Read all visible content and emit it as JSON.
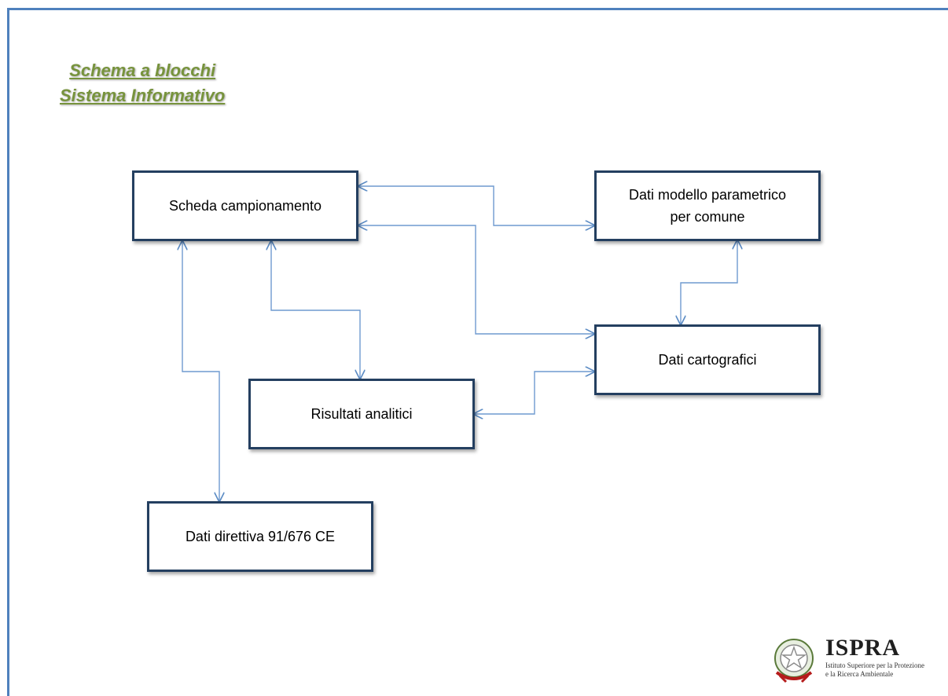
{
  "title": {
    "line1": "Schema a blocchi",
    "line2": "Sistema Informativo"
  },
  "boxes": {
    "scheda": "Scheda campionamento",
    "modello_line1": "Dati modello parametrico",
    "modello_line2": "per comune",
    "cartografici": "Dati cartografici",
    "risultati": "Risultati analitici",
    "direttiva": "Dati direttiva 91/676 CE"
  },
  "logo": {
    "name": "ISPRA",
    "subtitle_line1": "Istituto Superiore per la Protezione",
    "subtitle_line2": "e la Ricerca Ambientale"
  },
  "colors": {
    "frame": "#4f81bd",
    "box_border": "#243f60",
    "connector": "#4f81bd",
    "title": "#77933c"
  }
}
